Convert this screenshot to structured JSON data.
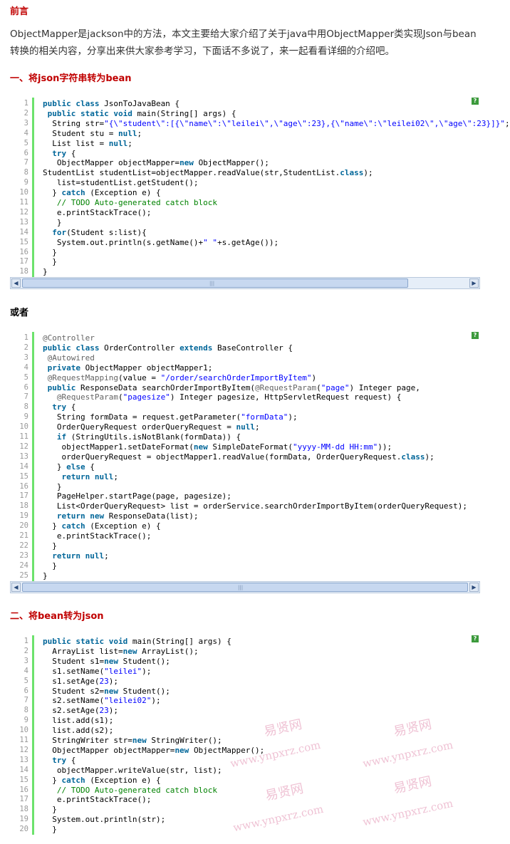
{
  "heading_intro": "前言",
  "intro": "ObjectMapper是jackson中的方法，本文主要给大家介绍了关于java中用ObjectMapper类实现Json与bean转换的相关内容，分享出来供大家参考学习，下面话不多说了，来一起看看详细的介绍吧。",
  "section1_title": "一、将json字符串转为bean",
  "or_label": "或者",
  "section2_title": "二、将bean转为json",
  "help_icon_glyph": "?",
  "scroll_left_glyph": "◀",
  "scroll_right_glyph": "▶",
  "scroll_grip_glyph": "|||",
  "code_blocks": [
    {
      "lines": [
        [
          [
            "kw",
            "public class "
          ],
          [
            "",
            "JsonToJavaBean {"
          ]
        ],
        [
          [
            "",
            ""
          ],
          [
            "kw",
            " public static void "
          ],
          [
            "",
            "main(String[] args) {"
          ]
        ],
        [
          [
            "",
            "  String str="
          ],
          [
            "str",
            "\"{\\\"student\\\":[{\\\"name\\\":\\\"leilei\\\",\\\"age\\\":23},{\\\"name\\\":\\\"leilei02\\\",\\\"age\\\":23}]}\""
          ],
          [
            "",
            ";"
          ]
        ],
        [
          [
            "",
            "  Student stu = "
          ],
          [
            "kw",
            "null"
          ],
          [
            "",
            ";"
          ]
        ],
        [
          [
            "",
            "  List list = "
          ],
          [
            "kw",
            "null"
          ],
          [
            "",
            ";"
          ]
        ],
        [
          [
            "kw",
            "  try "
          ],
          [
            "",
            "{"
          ]
        ],
        [
          [
            "",
            "   ObjectMapper objectMapper="
          ],
          [
            "kw",
            "new "
          ],
          [
            "",
            "ObjectMapper();"
          ]
        ],
        [
          [
            "",
            "StudentList studentList=objectMapper.readValue(str,StudentList."
          ],
          [
            "kw",
            "class"
          ],
          [
            "",
            ");"
          ]
        ],
        [
          [
            "",
            "   list=studentList.getStudent();"
          ]
        ],
        [
          [
            "",
            "  } "
          ],
          [
            "kw",
            "catch "
          ],
          [
            "",
            "(Exception e) {"
          ]
        ],
        [
          [
            "cm",
            "   // TODO Auto-generated catch block"
          ]
        ],
        [
          [
            "",
            "   e.printStackTrace();"
          ]
        ],
        [
          [
            "",
            "   }"
          ]
        ],
        [
          [
            "kw",
            "  for"
          ],
          [
            "",
            "(Student s:list){"
          ]
        ],
        [
          [
            "",
            "   System.out.println(s.getName()+"
          ],
          [
            "str",
            "\" \""
          ],
          [
            "",
            "+s.getAge());"
          ]
        ],
        [
          [
            "",
            "  }"
          ]
        ],
        [
          [
            "",
            "  }"
          ]
        ],
        [
          [
            "",
            "}"
          ]
        ]
      ]
    },
    {
      "lines": [
        [
          [
            "an",
            "@Controller"
          ]
        ],
        [
          [
            "kw",
            "public class "
          ],
          [
            "",
            "OrderController "
          ],
          [
            "kw",
            "extends "
          ],
          [
            "",
            "BaseController {"
          ]
        ],
        [
          [
            "an",
            " @Autowired"
          ]
        ],
        [
          [
            "kw",
            " private "
          ],
          [
            "",
            "ObjectMapper objectMapper1;"
          ]
        ],
        [
          [
            "an",
            " @RequestMapping"
          ],
          [
            "",
            "(value = "
          ],
          [
            "str",
            "\"/order/searchOrderImportByItem\""
          ],
          [
            "",
            ")"
          ]
        ],
        [
          [
            "kw",
            " public "
          ],
          [
            "",
            "ResponseData searchOrderImportByItem("
          ],
          [
            "an",
            "@RequestParam"
          ],
          [
            "",
            "("
          ],
          [
            "str",
            "\"page\""
          ],
          [
            "",
            ") Integer page,"
          ]
        ],
        [
          [
            "an",
            "   @RequestParam"
          ],
          [
            "",
            "("
          ],
          [
            "str",
            "\"pagesize\""
          ],
          [
            "",
            ") Integer pagesize, HttpServletRequest request) {"
          ]
        ],
        [
          [
            "kw",
            "  try "
          ],
          [
            "",
            "{"
          ]
        ],
        [
          [
            "",
            "   String formData = request.getParameter("
          ],
          [
            "str",
            "\"formData\""
          ],
          [
            "",
            ");"
          ]
        ],
        [
          [
            "",
            "   OrderQueryRequest orderQueryRequest = "
          ],
          [
            "kw",
            "null"
          ],
          [
            "",
            ";"
          ]
        ],
        [
          [
            "kw",
            "   if "
          ],
          [
            "",
            "(StringUtils.isNotBlank(formData)) {"
          ]
        ],
        [
          [
            "",
            "    objectMapper1.setDateFormat("
          ],
          [
            "kw",
            "new "
          ],
          [
            "",
            "SimpleDateFormat("
          ],
          [
            "str",
            "\"yyyy-MM-dd HH:mm\""
          ],
          [
            "",
            "));"
          ]
        ],
        [
          [
            "",
            "    orderQueryRequest = objectMapper1.readValue(formData, OrderQueryRequest."
          ],
          [
            "kw",
            "class"
          ],
          [
            "",
            ");"
          ]
        ],
        [
          [
            "",
            "   } "
          ],
          [
            "kw",
            "else "
          ],
          [
            "",
            "{"
          ]
        ],
        [
          [
            "kw",
            "    return null"
          ],
          [
            "",
            ";"
          ]
        ],
        [
          [
            "",
            "   }"
          ]
        ],
        [
          [
            "",
            "   PageHelper.startPage(page, pagesize);"
          ]
        ],
        [
          [
            "",
            "   List<OrderQueryRequest> list = orderService.searchOrderImportByItem(orderQueryRequest);"
          ]
        ],
        [
          [
            "kw",
            "   return new "
          ],
          [
            "",
            "ResponseData(list);"
          ]
        ],
        [
          [
            "",
            "  } "
          ],
          [
            "kw",
            "catch "
          ],
          [
            "",
            "(Exception e) {"
          ]
        ],
        [
          [
            "",
            "   e.printStackTrace();"
          ]
        ],
        [
          [
            "",
            "  }"
          ]
        ],
        [
          [
            "kw",
            "  return null"
          ],
          [
            "",
            ";"
          ]
        ],
        [
          [
            "",
            ""
          ],
          [
            "",
            ""
          ],
          [
            "",
            "  }"
          ]
        ],
        [
          [
            "",
            "}"
          ]
        ]
      ]
    },
    {
      "lines": [
        [
          [
            "kw",
            "public static void "
          ],
          [
            "",
            "main(String[] args) {"
          ]
        ],
        [
          [
            "",
            "  ArrayList list="
          ],
          [
            "kw",
            "new "
          ],
          [
            "",
            "ArrayList();"
          ]
        ],
        [
          [
            "",
            "  Student s1="
          ],
          [
            "kw",
            "new "
          ],
          [
            "",
            "Student();"
          ]
        ],
        [
          [
            "",
            "  s1.setName("
          ],
          [
            "str",
            "\"leilei\""
          ],
          [
            "",
            ");"
          ]
        ],
        [
          [
            "",
            "  s1.setAge("
          ],
          [
            "str",
            "23"
          ],
          [
            "",
            ");"
          ]
        ],
        [
          [
            "",
            "  Student s2="
          ],
          [
            "kw",
            "new "
          ],
          [
            "",
            "Student();"
          ]
        ],
        [
          [
            "",
            "  s2.setName("
          ],
          [
            "str",
            "\"leilei02\""
          ],
          [
            "",
            ");"
          ]
        ],
        [
          [
            "",
            "  s2.setAge("
          ],
          [
            "str",
            "23"
          ],
          [
            "",
            ");"
          ]
        ],
        [
          [
            "",
            "  list.add(s1);"
          ]
        ],
        [
          [
            "",
            "  list.add(s2);"
          ]
        ],
        [
          [
            "",
            "  StringWriter str="
          ],
          [
            "kw",
            "new "
          ],
          [
            "",
            "StringWriter();"
          ]
        ],
        [
          [
            "",
            "  ObjectMapper objectMapper="
          ],
          [
            "kw",
            "new "
          ],
          [
            "",
            "ObjectMapper();"
          ]
        ],
        [
          [
            "kw",
            "  try "
          ],
          [
            "",
            "{"
          ]
        ],
        [
          [
            "",
            "   objectMapper.writeValue(str, list);"
          ]
        ],
        [
          [
            "",
            "  } "
          ],
          [
            "kw",
            "catch "
          ],
          [
            "",
            "(Exception e) {"
          ]
        ],
        [
          [
            "cm",
            "   // TODO Auto-generated catch block"
          ]
        ],
        [
          [
            "",
            "   e.printStackTrace();"
          ]
        ],
        [
          [
            "",
            "  }"
          ]
        ],
        [
          [
            "",
            "  System.out.println(str);"
          ]
        ],
        [
          [
            "",
            "  }"
          ]
        ]
      ]
    }
  ],
  "watermarks": [
    "易贤网",
    "www.ynpxrz.com",
    "易贤网",
    "www.ynpxrz.com",
    "易贤网",
    "www.ynpxrz.com",
    "易贤网",
    "www.ynpxrz.com"
  ]
}
